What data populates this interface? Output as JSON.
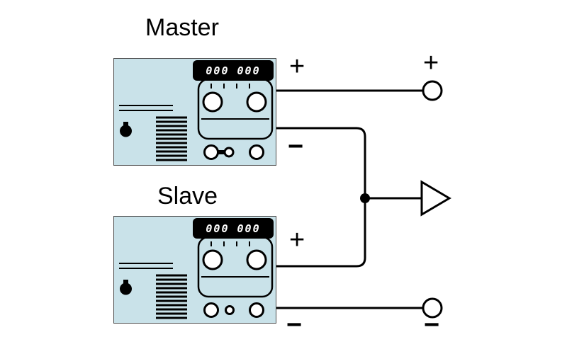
{
  "diagram": {
    "units": [
      {
        "label": "Master",
        "display": "000 000",
        "plus": "+",
        "minus": "−"
      },
      {
        "label": "Slave",
        "display": "000 000",
        "plus": "+",
        "minus": "−"
      }
    ],
    "output": {
      "plus": "+",
      "minus": "−"
    },
    "colors": {
      "background": "#ffffff",
      "unit_fill": "#c9e2e9",
      "unit_border": "#4a4a4a",
      "wire": "#000000",
      "display_bg": "#000000",
      "display_text": "#ffffff"
    }
  }
}
